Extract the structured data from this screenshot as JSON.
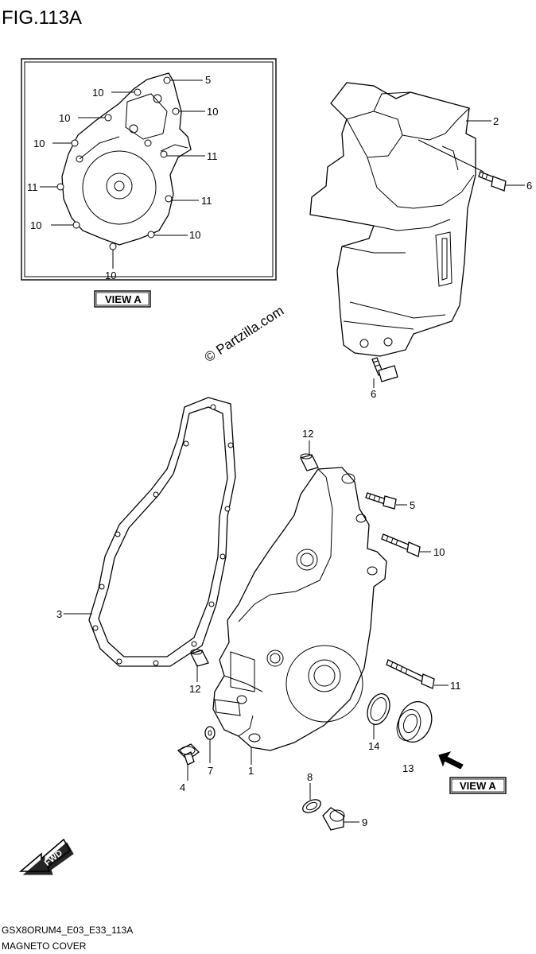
{
  "header": {
    "title": "FIG.113A"
  },
  "watermark": "© Partzilla.com",
  "view_a_label": "VIEW A",
  "inset_callouts": [
    "5",
    "10",
    "10",
    "10",
    "10",
    "11",
    "11",
    "11",
    "10",
    "10",
    "10"
  ],
  "callouts": [
    "2",
    "6",
    "6",
    "12",
    "5",
    "10",
    "3",
    "12",
    "11",
    "14",
    "13",
    "4",
    "7",
    "1",
    "8",
    "9"
  ],
  "footer": {
    "code": "GSX8ORUM4_E03_E33_113A",
    "caption": "MAGNETO COVER"
  }
}
